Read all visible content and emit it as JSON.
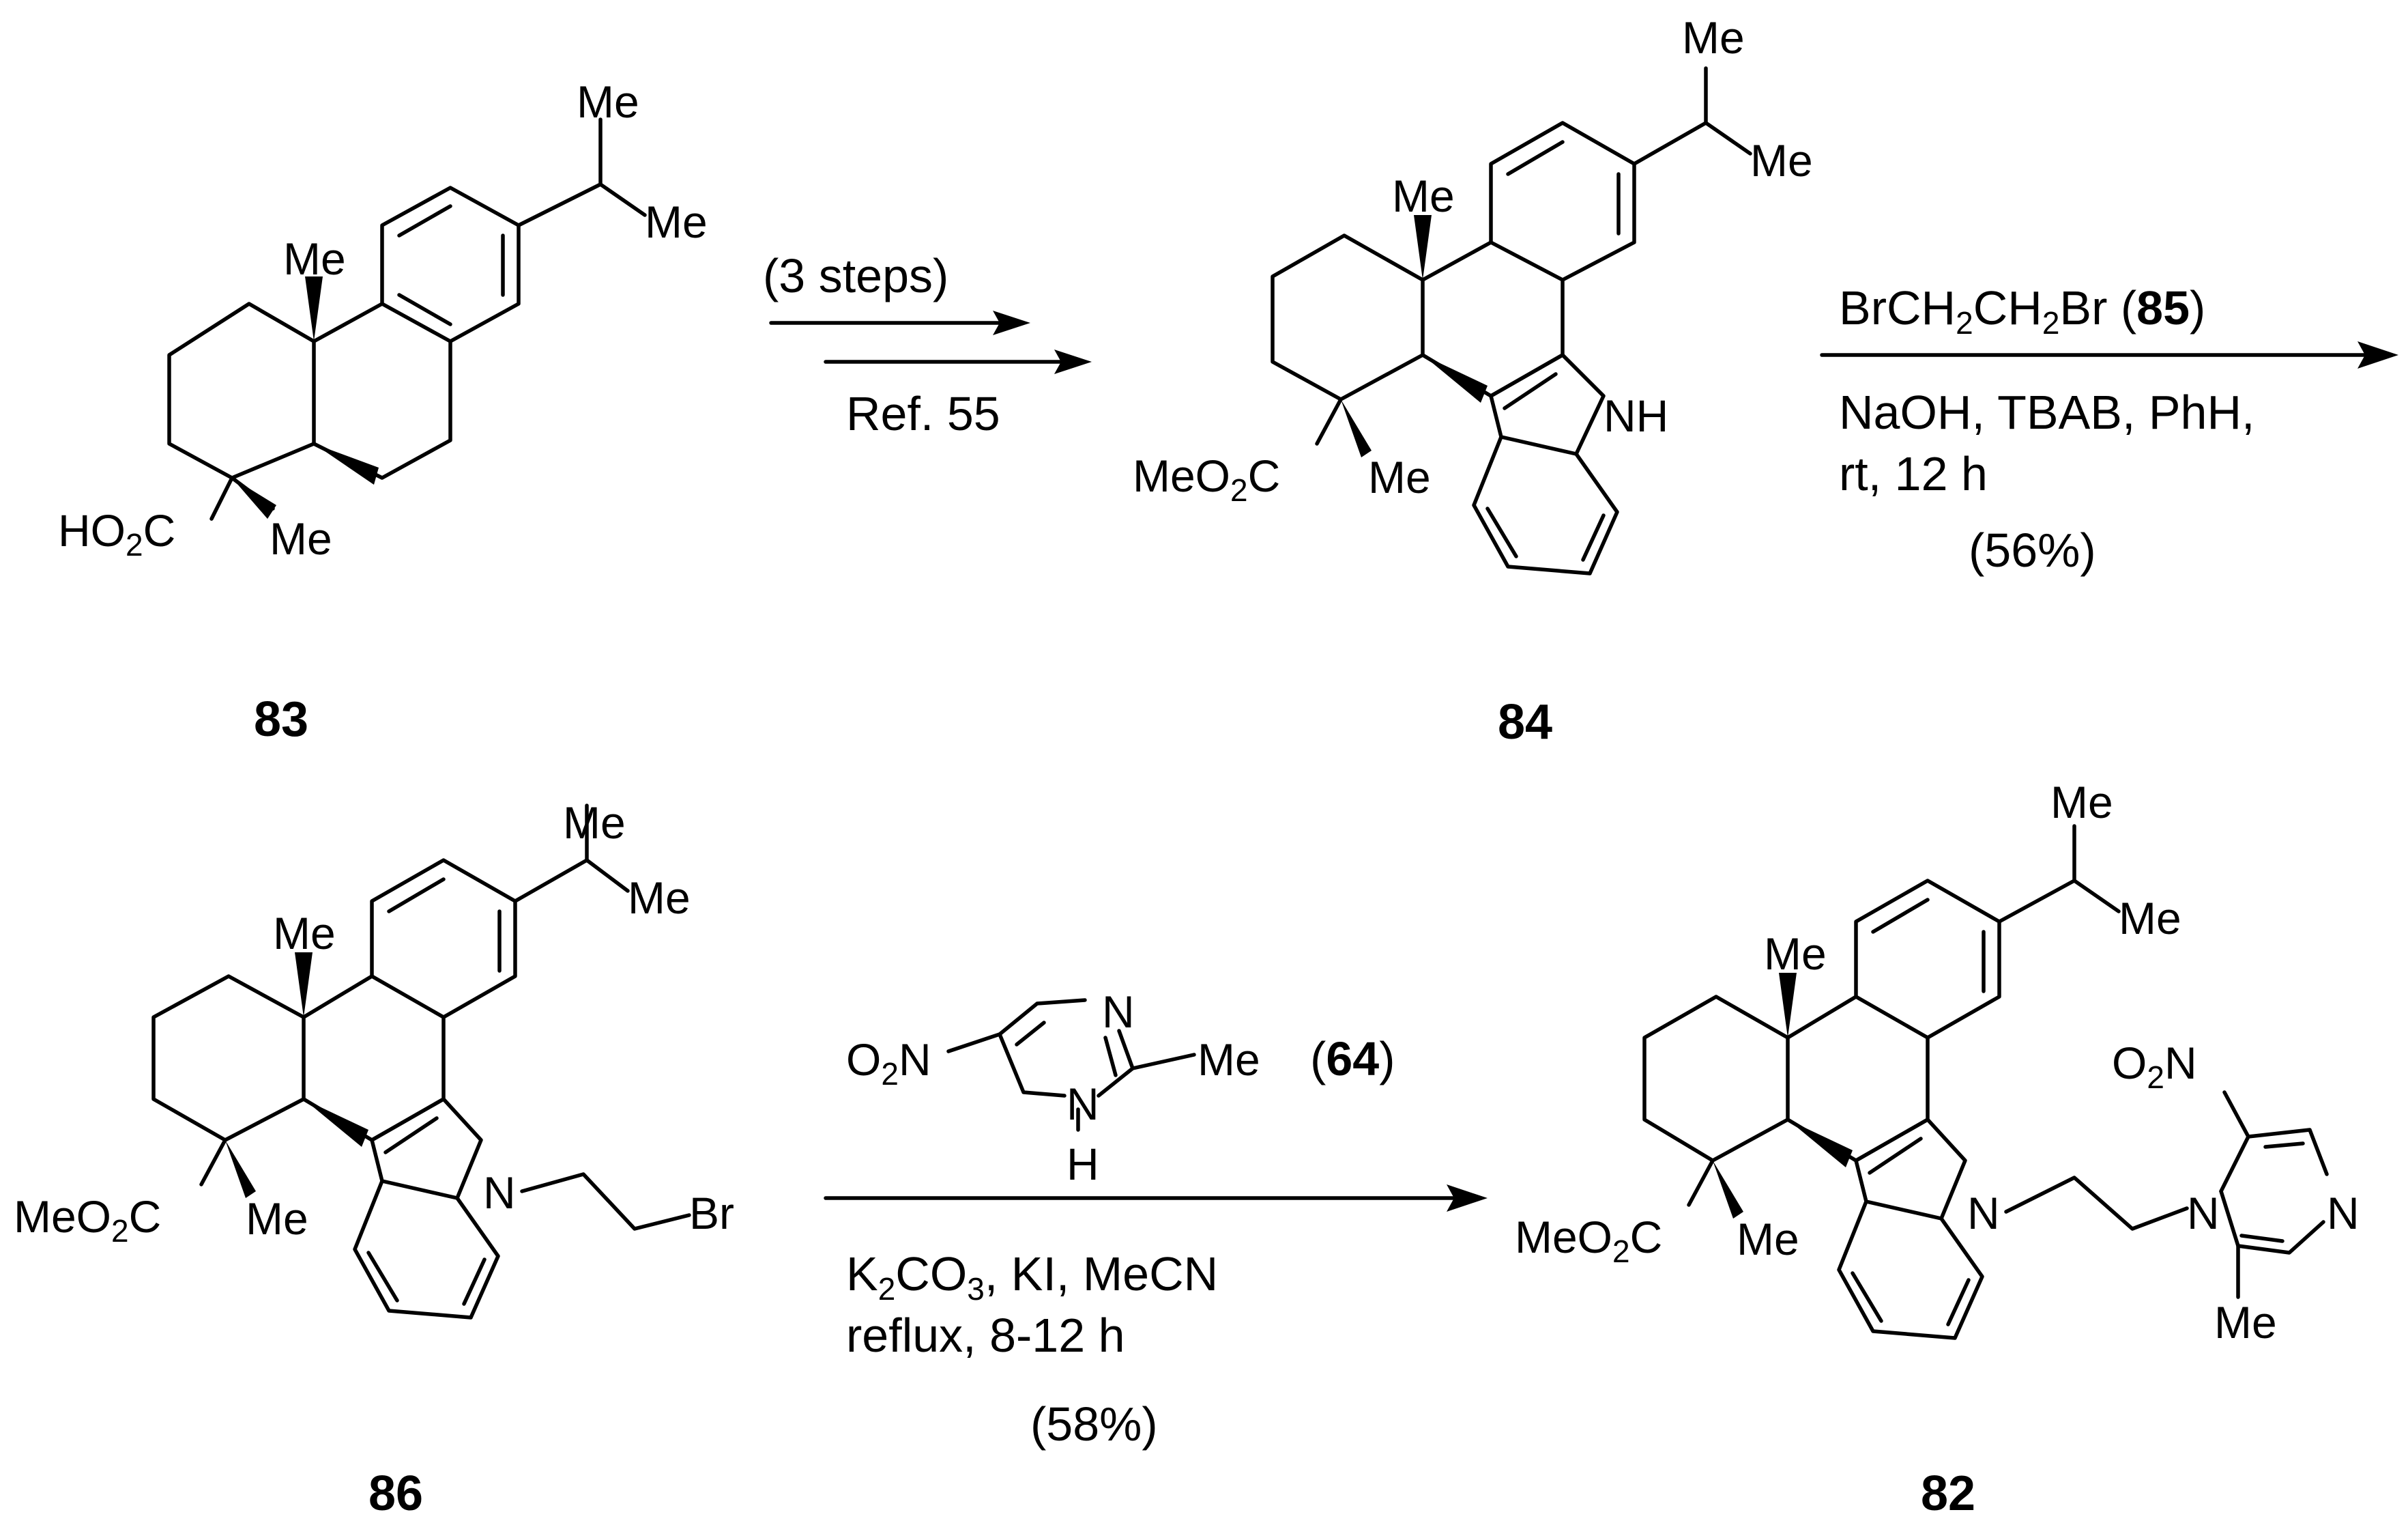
{
  "compounds": {
    "c83": "83",
    "c84": "84",
    "c86": "86",
    "c82": "82",
    "c85": "85",
    "c64": "64"
  },
  "atoms": {
    "me": "Me",
    "nh": "NH",
    "n": "N",
    "h": "H",
    "br": "Br",
    "c": "C",
    "o": "O",
    "ho": "HO",
    "meo": "MeO",
    "two": "2"
  },
  "step1": {
    "above": "(3 steps)",
    "below": "Ref. 55"
  },
  "step2": {
    "reagent_prefix": "BrCH",
    "reagent_mid": "CH",
    "reagent_suffix": "Br (",
    "reagent_close": ")",
    "line2": "NaOH, TBAB, PhH,",
    "line3": "rt, 12 h",
    "yield": "(56%)"
  },
  "step3": {
    "k": "K",
    "co": "CO",
    "three": "3",
    "rest": ", KI, MeCN",
    "line2": "reflux, 8-12 h",
    "yield": "(58%)",
    "open": "(",
    "close": ")"
  }
}
